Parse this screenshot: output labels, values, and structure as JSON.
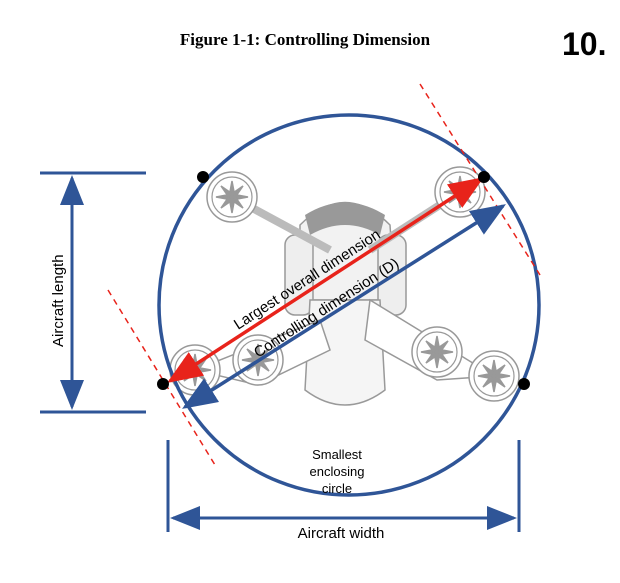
{
  "figure_title": "Figure 1-1: Controlling Dimension",
  "page_number": "10.",
  "labels": {
    "largest": "Largest overall dimension",
    "controlling": "Controlling dimension (D)",
    "length": "Aircraft length",
    "width": "Aircraft width",
    "circle_line1": "Smallest",
    "circle_line2": "enclosing",
    "circle_line3": "circle"
  },
  "colors": {
    "circle": "#2f5597",
    "red": "#e8231b",
    "drone": "#8c8c8c"
  }
}
